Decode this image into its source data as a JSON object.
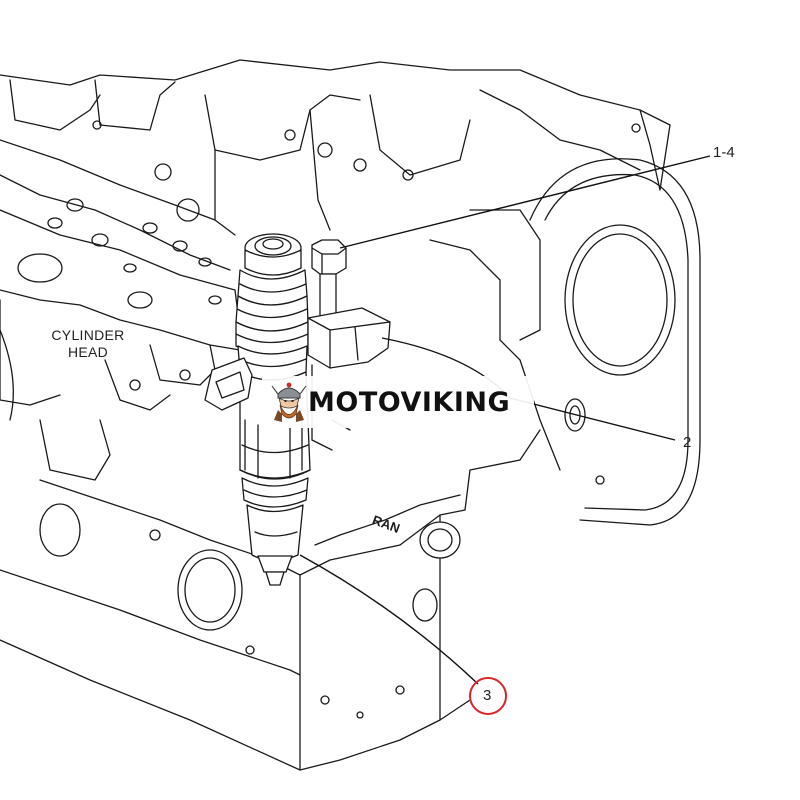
{
  "diagram": {
    "part_label": "CYLINDER\nHEAD",
    "part_label_line1": "CYLINDER",
    "part_label_line2": "HEAD",
    "callouts": {
      "c1": "1-4",
      "c2": "2",
      "c3": "3"
    },
    "stamp_text": "RAN",
    "highlight_color": "#d8262b",
    "line_color": "#1a1a1a"
  },
  "watermark": {
    "brand_text": "MOTOVIKING",
    "logo": "viking-mascot-icon"
  }
}
